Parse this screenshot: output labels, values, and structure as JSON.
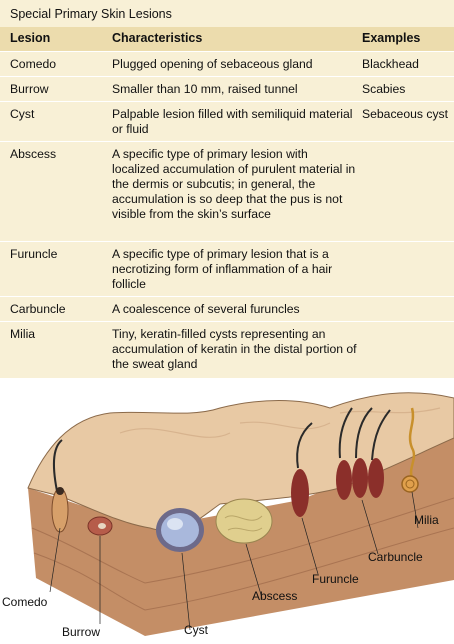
{
  "table": {
    "title": "Special Primary Skin Lesions",
    "headers": {
      "lesion": "Lesion",
      "characteristics": "Characteristics",
      "examples": "Examples"
    },
    "rows": [
      {
        "lesion": "Comedo",
        "characteristics": "Plugged opening of sebaceous gland",
        "example": "Blackhead"
      },
      {
        "lesion": "Burrow",
        "characteristics": "Smaller than 10 mm, raised tunnel",
        "example": "Scabies"
      },
      {
        "lesion": "Cyst",
        "characteristics": "Palpable lesion filled with semiliquid material or fluid",
        "example": "Sebaceous cyst"
      },
      {
        "lesion": "Abscess",
        "characteristics": "A specific type of primary lesion with localized accumulation of purulent material in the dermis or subcutis; in general, the accumulation is so deep that the pus is not visible from the skin’s surface",
        "example": ""
      },
      {
        "lesion": "Furuncle",
        "characteristics": "A specific type of primary lesion that is a necrotizing form of inflammation of a hair follicle",
        "example": ""
      },
      {
        "lesion": "Carbuncle",
        "characteristics": "A coalescence of several furuncles",
        "example": ""
      },
      {
        "lesion": "Milia",
        "characteristics": "Tiny, keratin-filled cysts representing an accumulation of keratin in the distal portion of the sweat gland",
        "example": ""
      }
    ]
  },
  "figure": {
    "labels": {
      "comedo": "Comedo",
      "burrow": "Burrow",
      "cyst": "Cyst",
      "abscess": "Abscess",
      "furuncle": "Furuncle",
      "carbuncle": "Carbuncle",
      "milia": "Milia"
    },
    "colors": {
      "panel": "#f8f0d6",
      "header": "#ecdcad",
      "skin_top": "#e8c9a4",
      "dermis": "#d9ae80",
      "side": "#c48e66",
      "cyst": "#a9b8dc",
      "abscess": "#e0cf8e",
      "inflammation": "#8b2f2a"
    }
  }
}
